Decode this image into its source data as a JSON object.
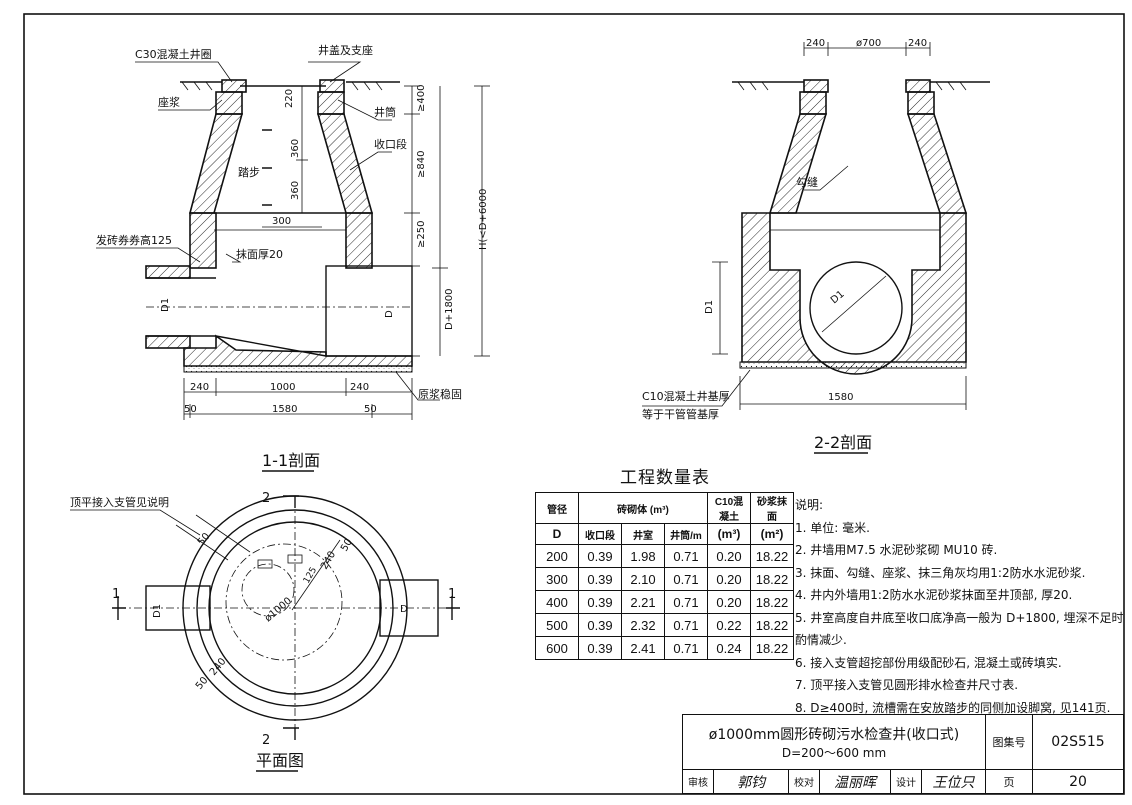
{
  "section_1_1": {
    "title": "1-1剖面",
    "labels": {
      "ring": "C30混凝土井圈",
      "cover": "井盖及支座",
      "mortar": "座浆",
      "neck": "井筒",
      "reducer": "收口段",
      "steps": "踏步",
      "arch": "发砖券券高125",
      "plaster": "抹面厚20",
      "base_mortar": "原浆稳固",
      "pipe_d": "D",
      "pipe_d1": "D1"
    },
    "dims": {
      "d220": "220",
      "d400": "≥400",
      "d360a": "360",
      "d360b": "360",
      "d840": "≥840",
      "d300": "300",
      "d250": "≥250",
      "h": "H(<D+6000",
      "dh": "D+1800",
      "b240a": "240",
      "b1000": "1000",
      "b240b": "240",
      "b50a": "50",
      "b1580": "1580",
      "b50b": "50"
    }
  },
  "section_2_2": {
    "title": "2-2剖面",
    "labels": {
      "joint": "勾缝",
      "base": "C10混凝土井基厚",
      "base2": "等于干管管基厚",
      "d1": "D1",
      "d1b": "D1"
    },
    "dims": {
      "t240a": "240",
      "t700": "ø700",
      "t240b": "240",
      "w1580": "1580"
    }
  },
  "plan": {
    "title": "平面图",
    "labels": {
      "note": "顶平接入支管见说明",
      "m2top": "2",
      "m2bot": "2",
      "m1left": "1",
      "m1right": "1",
      "d": "D",
      "d1": "D1",
      "dia": "ø1000",
      "d50a": "50",
      "d240": "240",
      "d50b": "50",
      "d125": "125",
      "d50c": "50",
      "d240b": "240"
    }
  },
  "quantity_table": {
    "title": "工程数量表",
    "headers": {
      "pipe": "管径",
      "masonry": "砖砌体 (m³)",
      "concrete": "C10混凝土",
      "plaster": "砂浆抹面",
      "d": "D",
      "reducer": "收口段",
      "chamber": "井室",
      "neck": "井筒/m",
      "cu_unit": "(m³)",
      "sq_unit": "(m²)"
    },
    "rows": [
      [
        "200",
        "0.39",
        "1.98",
        "0.71",
        "0.20",
        "18.22"
      ],
      [
        "300",
        "0.39",
        "2.10",
        "0.71",
        "0.20",
        "18.22"
      ],
      [
        "400",
        "0.39",
        "2.21",
        "0.71",
        "0.20",
        "18.22"
      ],
      [
        "500",
        "0.39",
        "2.32",
        "0.71",
        "0.22",
        "18.22"
      ],
      [
        "600",
        "0.39",
        "2.41",
        "0.71",
        "0.24",
        "18.22"
      ]
    ]
  },
  "notes": {
    "heading": "说明:",
    "items": [
      "1. 单位: 毫米.",
      "2. 井墙用M7.5 水泥砂浆砌 MU10 砖.",
      "3. 抹面、勾缝、座浆、抹三角灰均用1:2防水水泥砂浆.",
      "4. 井内外墙用1:2防水水泥砂浆抹面至井顶部, 厚20.",
      "5. 井室高度自井底至收口底净高一般为 D+1800, 埋深不足时酌情减少.",
      "6. 接入支管超挖部份用级配砂石, 混凝土或砖填实.",
      "7. 顶平接入支管见圆形排水检查井尺寸表.",
      "8. D≥400时, 流槽需在安放踏步的同侧加设脚窝, 见141页."
    ]
  },
  "title_block": {
    "title": "ø1000mm圆形砖砌污水检查井(收口式)",
    "subtitle": "D=200～600 mm",
    "atlas_label": "图集号",
    "atlas_no": "02S515",
    "page_label": "页",
    "page_no": "20",
    "review_label": "审核",
    "review_name": "郭钧",
    "check_label": "校对",
    "check_name": "温丽晖",
    "design_label": "设计",
    "design_name": "王位只"
  }
}
